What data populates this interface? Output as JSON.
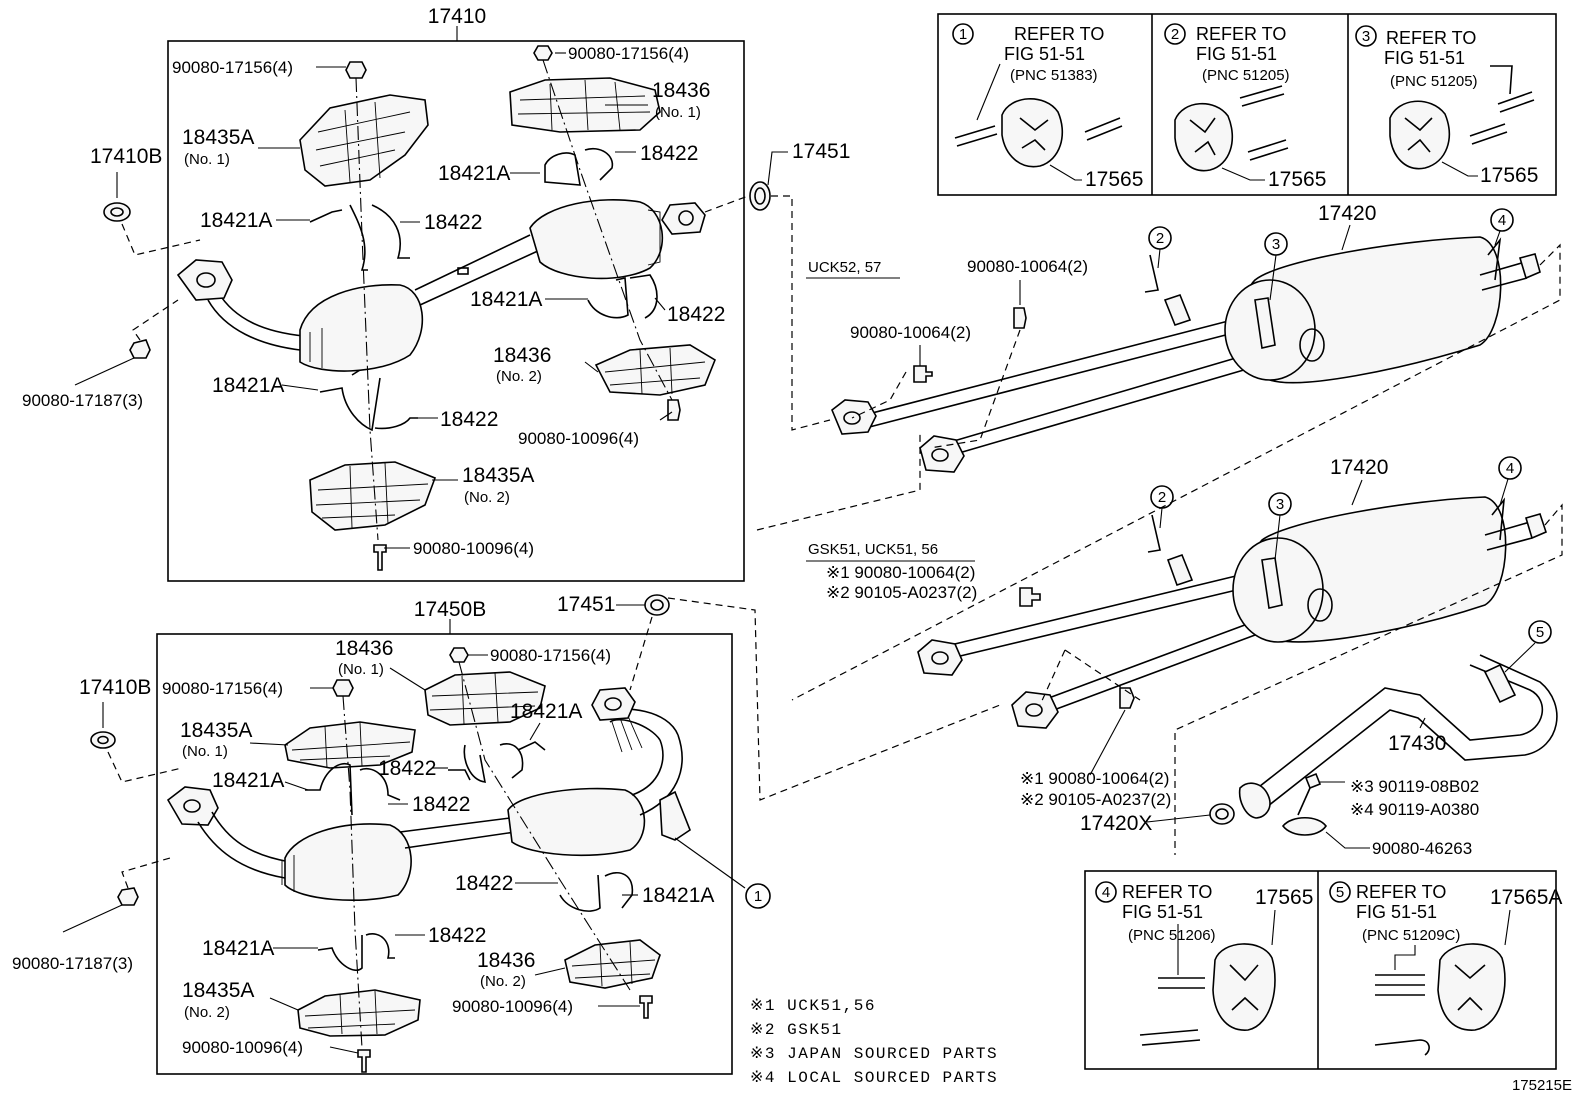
{
  "diagram_id": "175215E",
  "groups": {
    "uck": "UCK52, 57",
    "gsk": "GSK51, UCK51, 56"
  },
  "labels": {
    "c17410": "17410",
    "c17450b": "17450B",
    "c17410b_top": "17410B",
    "c17410b_bot": "17410B",
    "c17451_top": "17451",
    "c17451_bot": "17451",
    "c17420_top": "17420",
    "c17420_bot": "17420",
    "c17430": "17430",
    "c17420x": "17420X",
    "nut_top1": "90080-17156(4)",
    "nut_top2": "90080-17156(4)",
    "nut_bot1": "90080-17156(4)",
    "nut_bot2": "90080-17156(4)",
    "c18436_t1": "18436",
    "no1_a": "(No. 1)",
    "c18435a_t1": "18435A",
    "no1_b": "(No. 1)",
    "c18422_t1": "18422",
    "c18421a_t1": "18421A",
    "c18421a_t2": "18421A",
    "c18422_t2": "18422",
    "c18421a_t3": "18421A",
    "c18422_t3": "18422",
    "c18436_t2": "18436",
    "no2_a": "(No. 2)",
    "c18421a_t4": "18421A",
    "c18422_t4": "18422",
    "bolt_t1": "90080-10096(4)",
    "c18435a_t2": "18435A",
    "no2_b": "(No. 2)",
    "bolt_t2": "90080-10096(4)",
    "nut_17187_t": "90080-17187(3)",
    "c18436_b1": "18436",
    "no1_c": "(No. 1)",
    "c18435a_b1": "18435A",
    "no1_d": "(No. 1)",
    "c18421a_b1": "18421A",
    "c18422_b1": "18422",
    "c18421a_b2": "18421A",
    "c18422_b2": "18422",
    "c18422_b3": "18422",
    "c18421a_b3": "18421A",
    "c18421a_b4": "18421A",
    "c18422_b4": "18422",
    "c18436_b2": "18436",
    "no2_c": "(No. 2)",
    "c18435a_b2": "18435A",
    "no2_d": "(No. 2)",
    "bolt_b1": "90080-10096(4)",
    "bolt_b2": "90080-10096(4)",
    "nut_17187_b": "90080-17187(3)",
    "bolt_10064_a": "90080-10064(2)",
    "bolt_10064_b": "90080-10064(2)",
    "bolt_gsk_1": "※1 90080-10064(2)",
    "bolt_gsk_2": "※2 90105-A0237(2)",
    "bolt_low_1": "※1 90080-10064(2)",
    "bolt_low_2": "※2 90105-A0237(2)",
    "bolt_tail_3": "※3 90119-08B02",
    "bolt_tail_4": "※4 90119-A0380",
    "clamp": "90080-46263"
  },
  "refs": [
    {
      "num": "1",
      "line1": "REFER TO",
      "line2": "FIG 51-51",
      "pnc": "(PNC 51383)",
      "part": "17565"
    },
    {
      "num": "2",
      "line1": "REFER TO",
      "line2": "FIG 51-51",
      "pnc": "(PNC 51205)",
      "part": "17565"
    },
    {
      "num": "3",
      "line1": "REFER TO",
      "line2": "FIG 51-51",
      "pnc": "(PNC 51205)",
      "part": "17565"
    },
    {
      "num": "4",
      "line1": "REFER TO",
      "line2": "FIG 51-51",
      "pnc": "(PNC 51206)",
      "part": "17565"
    },
    {
      "num": "5",
      "line1": "REFER TO",
      "line2": "FIG 51-51",
      "pnc": "(PNC 51209C)",
      "part": "17565A"
    }
  ],
  "circles": {
    "n1": "1",
    "n2a": "2",
    "n3a": "3",
    "n4a": "4",
    "n2b": "2",
    "n3b": "3",
    "n4b": "4",
    "n5": "5"
  },
  "legend": [
    "※1 UCK51,56",
    "※2 GSK51",
    "※3 JAPAN SOURCED PARTS",
    "※4 LOCAL SOURCED PARTS"
  ]
}
